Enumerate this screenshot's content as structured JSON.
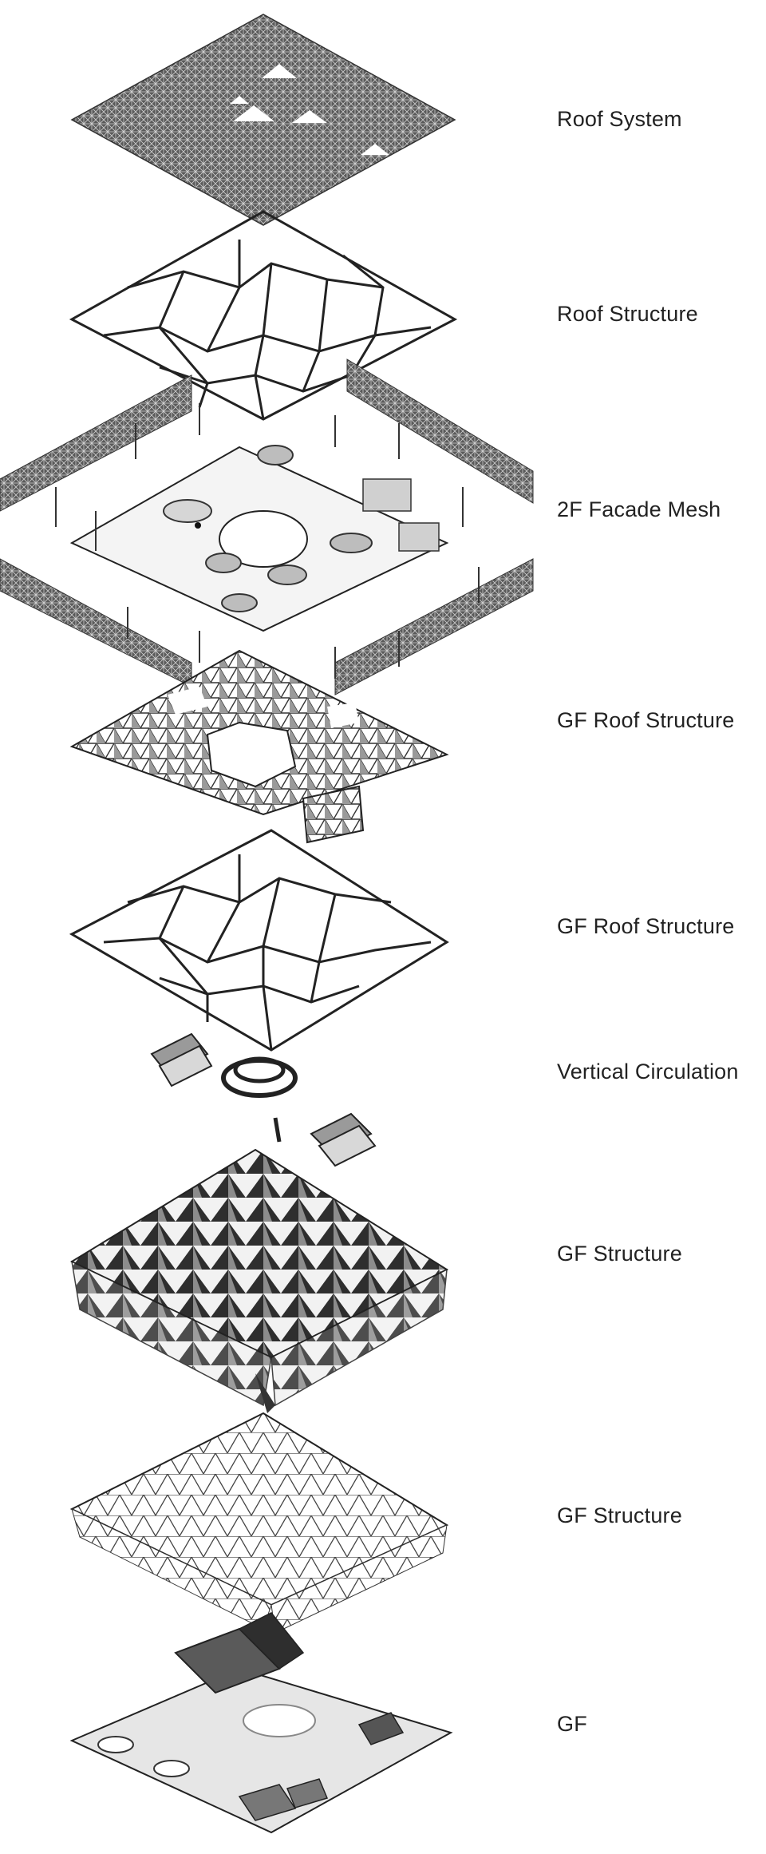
{
  "layers": [
    {
      "label": "Roof System"
    },
    {
      "label": "Roof Structure"
    },
    {
      "label": "2F Facade Mesh"
    },
    {
      "label": "GF Roof Structure"
    },
    {
      "label": "GF Roof Structure"
    },
    {
      "label": "Vertical Circulation"
    },
    {
      "label": "GF Structure"
    },
    {
      "label": "GF Structure"
    },
    {
      "label": "GF"
    }
  ],
  "colors": {
    "ink": "#222222",
    "mesh_dark": "#3a3a3a",
    "mesh_mid": "#777777",
    "panel_light": "#e6e6e6",
    "paper": "#ffffff"
  }
}
